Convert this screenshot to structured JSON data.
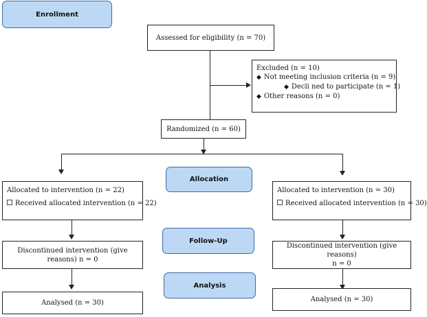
{
  "stages": {
    "enrollment": "Enrollment",
    "allocation": "Allocation",
    "follow_up": "Follow-Up",
    "analysis": "Analysis"
  },
  "assessed": "Assessed for eligibility (n = 70)",
  "excluded": {
    "title": "Excluded (n = 10)",
    "items": [
      "Not meeting inclusion criteria (n = 9)",
      "Decli ned to participate (n = 1)",
      "Other reasons (n = 0)"
    ]
  },
  "randomized": "Randomized (n = 60)",
  "left_arm": {
    "allocated": "Allocated to intervention (n = 22)",
    "received": "Received allocated intervention (n = 22)",
    "discontinued_line1": "Discontinued intervention (give",
    "discontinued_line2": "reasons) n = 0",
    "analysed": "Analysed (n = 30)"
  },
  "right_arm": {
    "allocated": "Allocated to intervention (n = 30)",
    "received": "Received allocated intervention (n = 30)",
    "discontinued_line1": "Discontinued intervention (give reasons)",
    "discontinued_line2": "n = 0",
    "analysed": "Analysed (n = 30)"
  }
}
